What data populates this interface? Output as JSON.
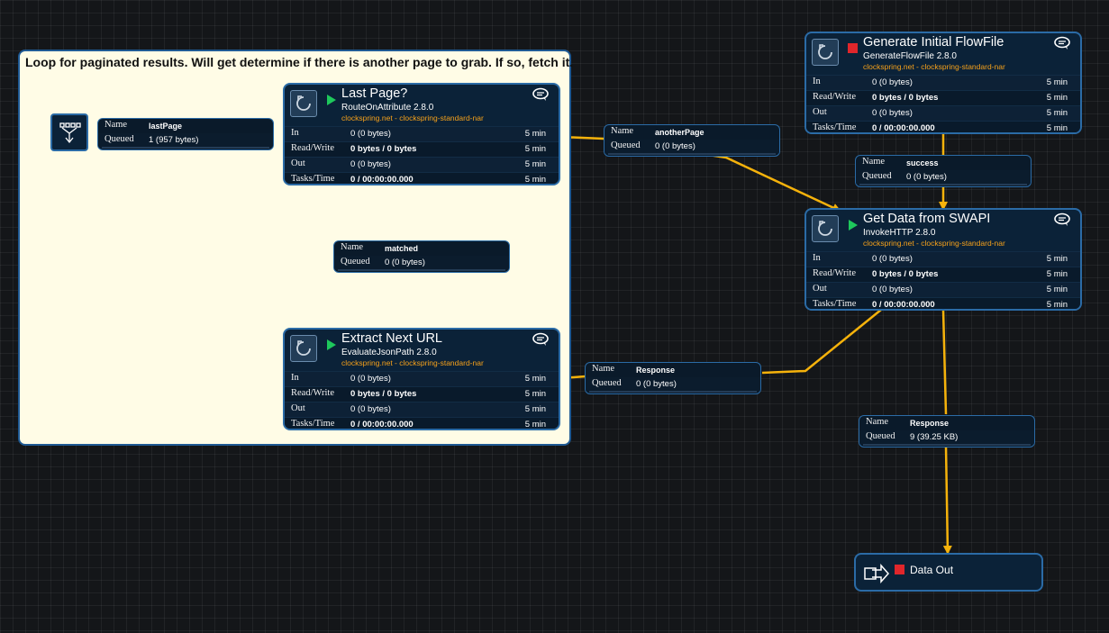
{
  "label": {
    "text": "Loop for paginated results.   Will get determine if there is another page to grab.  If so, fetch it."
  },
  "stat_labels": {
    "in": "In",
    "read_write": "Read/Write",
    "out": "Out",
    "tasks_time": "Tasks/Time"
  },
  "conn_labels": {
    "name": "Name",
    "queued": "Queued"
  },
  "processors": {
    "generate": {
      "name": "Generate Initial FlowFile",
      "type": "GenerateFlowFile 2.8.0",
      "bundle": "clockspring.net - clockspring-standard-nar",
      "state": "stopped",
      "in": "0 (0 bytes)",
      "in_time": "5 min",
      "read_write": "0 bytes / 0 bytes",
      "rw_time": "5 min",
      "out": "0 (0 bytes)",
      "out_time": "5 min",
      "tasks": "0 / 00:00:00.000",
      "tasks_time": "5 min"
    },
    "last_page": {
      "name": "Last Page?",
      "type": "RouteOnAttribute 2.8.0",
      "bundle": "clockspring.net - clockspring-standard-nar",
      "state": "running",
      "in": "0 (0 bytes)",
      "in_time": "5 min",
      "read_write": "0 bytes / 0 bytes",
      "rw_time": "5 min",
      "out": "0 (0 bytes)",
      "out_time": "5 min",
      "tasks": "0 / 00:00:00.000",
      "tasks_time": "5 min"
    },
    "get_data": {
      "name": "Get Data from SWAPI",
      "type": "InvokeHTTP 2.8.0",
      "bundle": "clockspring.net - clockspring-standard-nar",
      "state": "running",
      "in": "0 (0 bytes)",
      "in_time": "5 min",
      "read_write": "0 bytes / 0 bytes",
      "rw_time": "5 min",
      "out": "0 (0 bytes)",
      "out_time": "5 min",
      "tasks": "0 / 00:00:00.000",
      "tasks_time": "5 min"
    },
    "extract": {
      "name": "Extract Next URL",
      "type": "EvaluateJsonPath 2.8.0",
      "bundle": "clockspring.net - clockspring-standard-nar",
      "state": "running",
      "in": "0 (0 bytes)",
      "in_time": "5 min",
      "read_write": "0 bytes / 0 bytes",
      "rw_time": "5 min",
      "out": "0 (0 bytes)",
      "out_time": "5 min",
      "tasks": "0 / 00:00:00.000",
      "tasks_time": "5 min"
    }
  },
  "connections": {
    "last_page_funnel": {
      "name": "lastPage",
      "queued": "1 (957 bytes)"
    },
    "another_page": {
      "name": "anotherPage",
      "queued": "0 (0 bytes)"
    },
    "success": {
      "name": "success",
      "queued": "0 (0 bytes)"
    },
    "matched": {
      "name": "matched",
      "queued": "0 (0 bytes)"
    },
    "response_loop": {
      "name": "Response",
      "queued": "0 (0 bytes)"
    },
    "response_out": {
      "name": "Response",
      "queued": "9 (39.25 KB)"
    }
  },
  "output_port": {
    "name": "Data Out",
    "state": "stopped"
  },
  "icons": {
    "processor": "processor-icon",
    "running": "play-icon",
    "stopped": "stop-icon",
    "comment": "comment-icon",
    "funnel": "funnel-icon",
    "output_port": "output-port-icon"
  },
  "colors": {
    "canvas": "#141619",
    "node_bg": "#0b2238",
    "node_border": "#2b6ba6",
    "connection_line": "#f5b20b",
    "bundle_text": "#f6a11a",
    "running": "#1ec85c",
    "stopped": "#e0262b",
    "label_bg": "#fffce6"
  }
}
